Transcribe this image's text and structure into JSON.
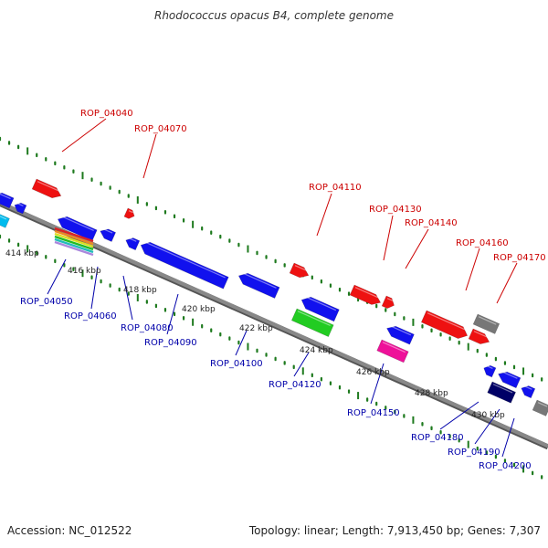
{
  "title": "Rhodococcus opacus B4, complete genome",
  "footer": {
    "accession": "Accession: NC_012522",
    "summary": "Topology: linear; Length: 7,913,450 bp; Genes: 7,307"
  },
  "colors": {
    "backbone": "#888888",
    "ruler": "#1e7a1e",
    "forward_label": "#cc0000",
    "reverse_label": "#0000aa",
    "scale_label": "#222222"
  },
  "scale_labels": [
    "414 kbp",
    "416 kbp",
    "418 kbp",
    "420 kbp",
    "422 kbp",
    "424 kbp",
    "426 kbp",
    "428 kbp",
    "430 kbp"
  ],
  "forward_labels": [
    "ROP_04040",
    "ROP_04070",
    "ROP_04110",
    "ROP_04130",
    "ROP_04140",
    "ROP_04160",
    "ROP_04170"
  ],
  "reverse_labels": [
    "ROP_04050",
    "ROP_04060",
    "ROP_04080",
    "ROP_04090",
    "ROP_04100",
    "ROP_04120",
    "ROP_04150",
    "ROP_04180",
    "ROP_04190",
    "ROP_04200"
  ],
  "feature_colors": {
    "red": "#ee1111",
    "blue": "#1111ee",
    "navy": "#000066",
    "gray": "#777777",
    "green": "#22cc22",
    "magenta": "#ee1199",
    "cyan": "#00bbee"
  }
}
